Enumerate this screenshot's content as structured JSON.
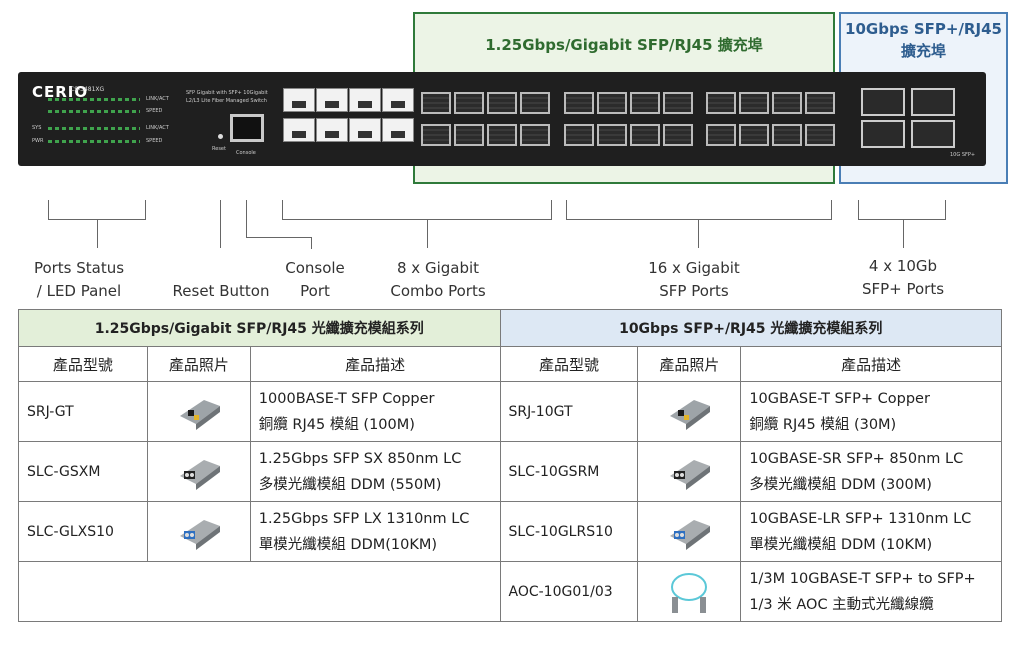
{
  "switch": {
    "brand": "CERIO",
    "model": "CS-3481XG",
    "subtitle_line1": "SFP Gigabit with SFP+ 10Gigabit",
    "subtitle_line2": "L2/L3 Lite Fiber Managed Switch",
    "led_labels": [
      "LINK/ACT",
      "SPEED",
      "LINK/ACT",
      "SPEED"
    ],
    "sys_label": "SYS",
    "pwr_label": "PWR",
    "reset_label": "Reset",
    "console_label": "Console",
    "tenG_label": "10G SFP+"
  },
  "headers": {
    "gigabit_expansion": "1.25Gbps/Gigabit SFP/RJ45 擴充埠",
    "tenG_expansion_line1": "10Gbps SFP+/RJ45",
    "tenG_expansion_line2": "擴充埠"
  },
  "callouts": {
    "ports_status_1": "Ports Status",
    "ports_status_2": "/ LED Panel",
    "reset_button": "Reset Button",
    "console_1": "Console",
    "console_2": "Port",
    "combo_1": "8 x Gigabit",
    "combo_2": "Combo Ports",
    "sfp_1": "16 x Gigabit",
    "sfp_2": "SFP Ports",
    "tenG_1": "4 x 10Gb",
    "tenG_2": "SFP+ Ports"
  },
  "table": {
    "left_title": "1.25Gbps/Gigabit SFP/RJ45 光纖擴充模組系列",
    "right_title": "10Gbps SFP+/RJ45 光纖擴充模組系列",
    "col_model": "產品型號",
    "col_photo": "產品照片",
    "col_desc": "產品描述",
    "left_rows": [
      {
        "model": "SRJ-GT",
        "desc1": "1000BASE-T SFP Copper",
        "desc2": "銅纜 RJ45 模組 (100M)"
      },
      {
        "model": "SLC-GSXM",
        "desc1": "1.25Gbps SFP SX 850nm LC",
        "desc2": "多模光纖模組 DDM (550M)"
      },
      {
        "model": "SLC-GLXS10",
        "desc1": "1.25Gbps SFP LX 1310nm LC",
        "desc2": "單模光纖模組 DDM(10KM)"
      }
    ],
    "right_rows": [
      {
        "model": "SRJ-10GT",
        "desc1": "10GBASE-T SFP+ Copper",
        "desc2": "銅纜 RJ45 模組 (30M)"
      },
      {
        "model": "SLC-10GSRM",
        "desc1": "10GBASE-SR SFP+ 850nm LC",
        "desc2": "多模光纖模組 DDM (300M)"
      },
      {
        "model": "SLC-10GLRS10",
        "desc1": "10GBASE-LR SFP+ 1310nm LC",
        "desc2": "單模光纖模組 DDM (10KM)"
      },
      {
        "model": "AOC-10G01/03",
        "desc1": "1/3M 10GBASE-T SFP+ to SFP+",
        "desc2": "1/3 米 AOC 主動式光纖線纜"
      }
    ]
  },
  "colors": {
    "green_accent": "#2f7a3a",
    "blue_accent": "#4a7eb5",
    "green_header_bg": "#e3efd9",
    "blue_header_bg": "#dde8f4"
  }
}
